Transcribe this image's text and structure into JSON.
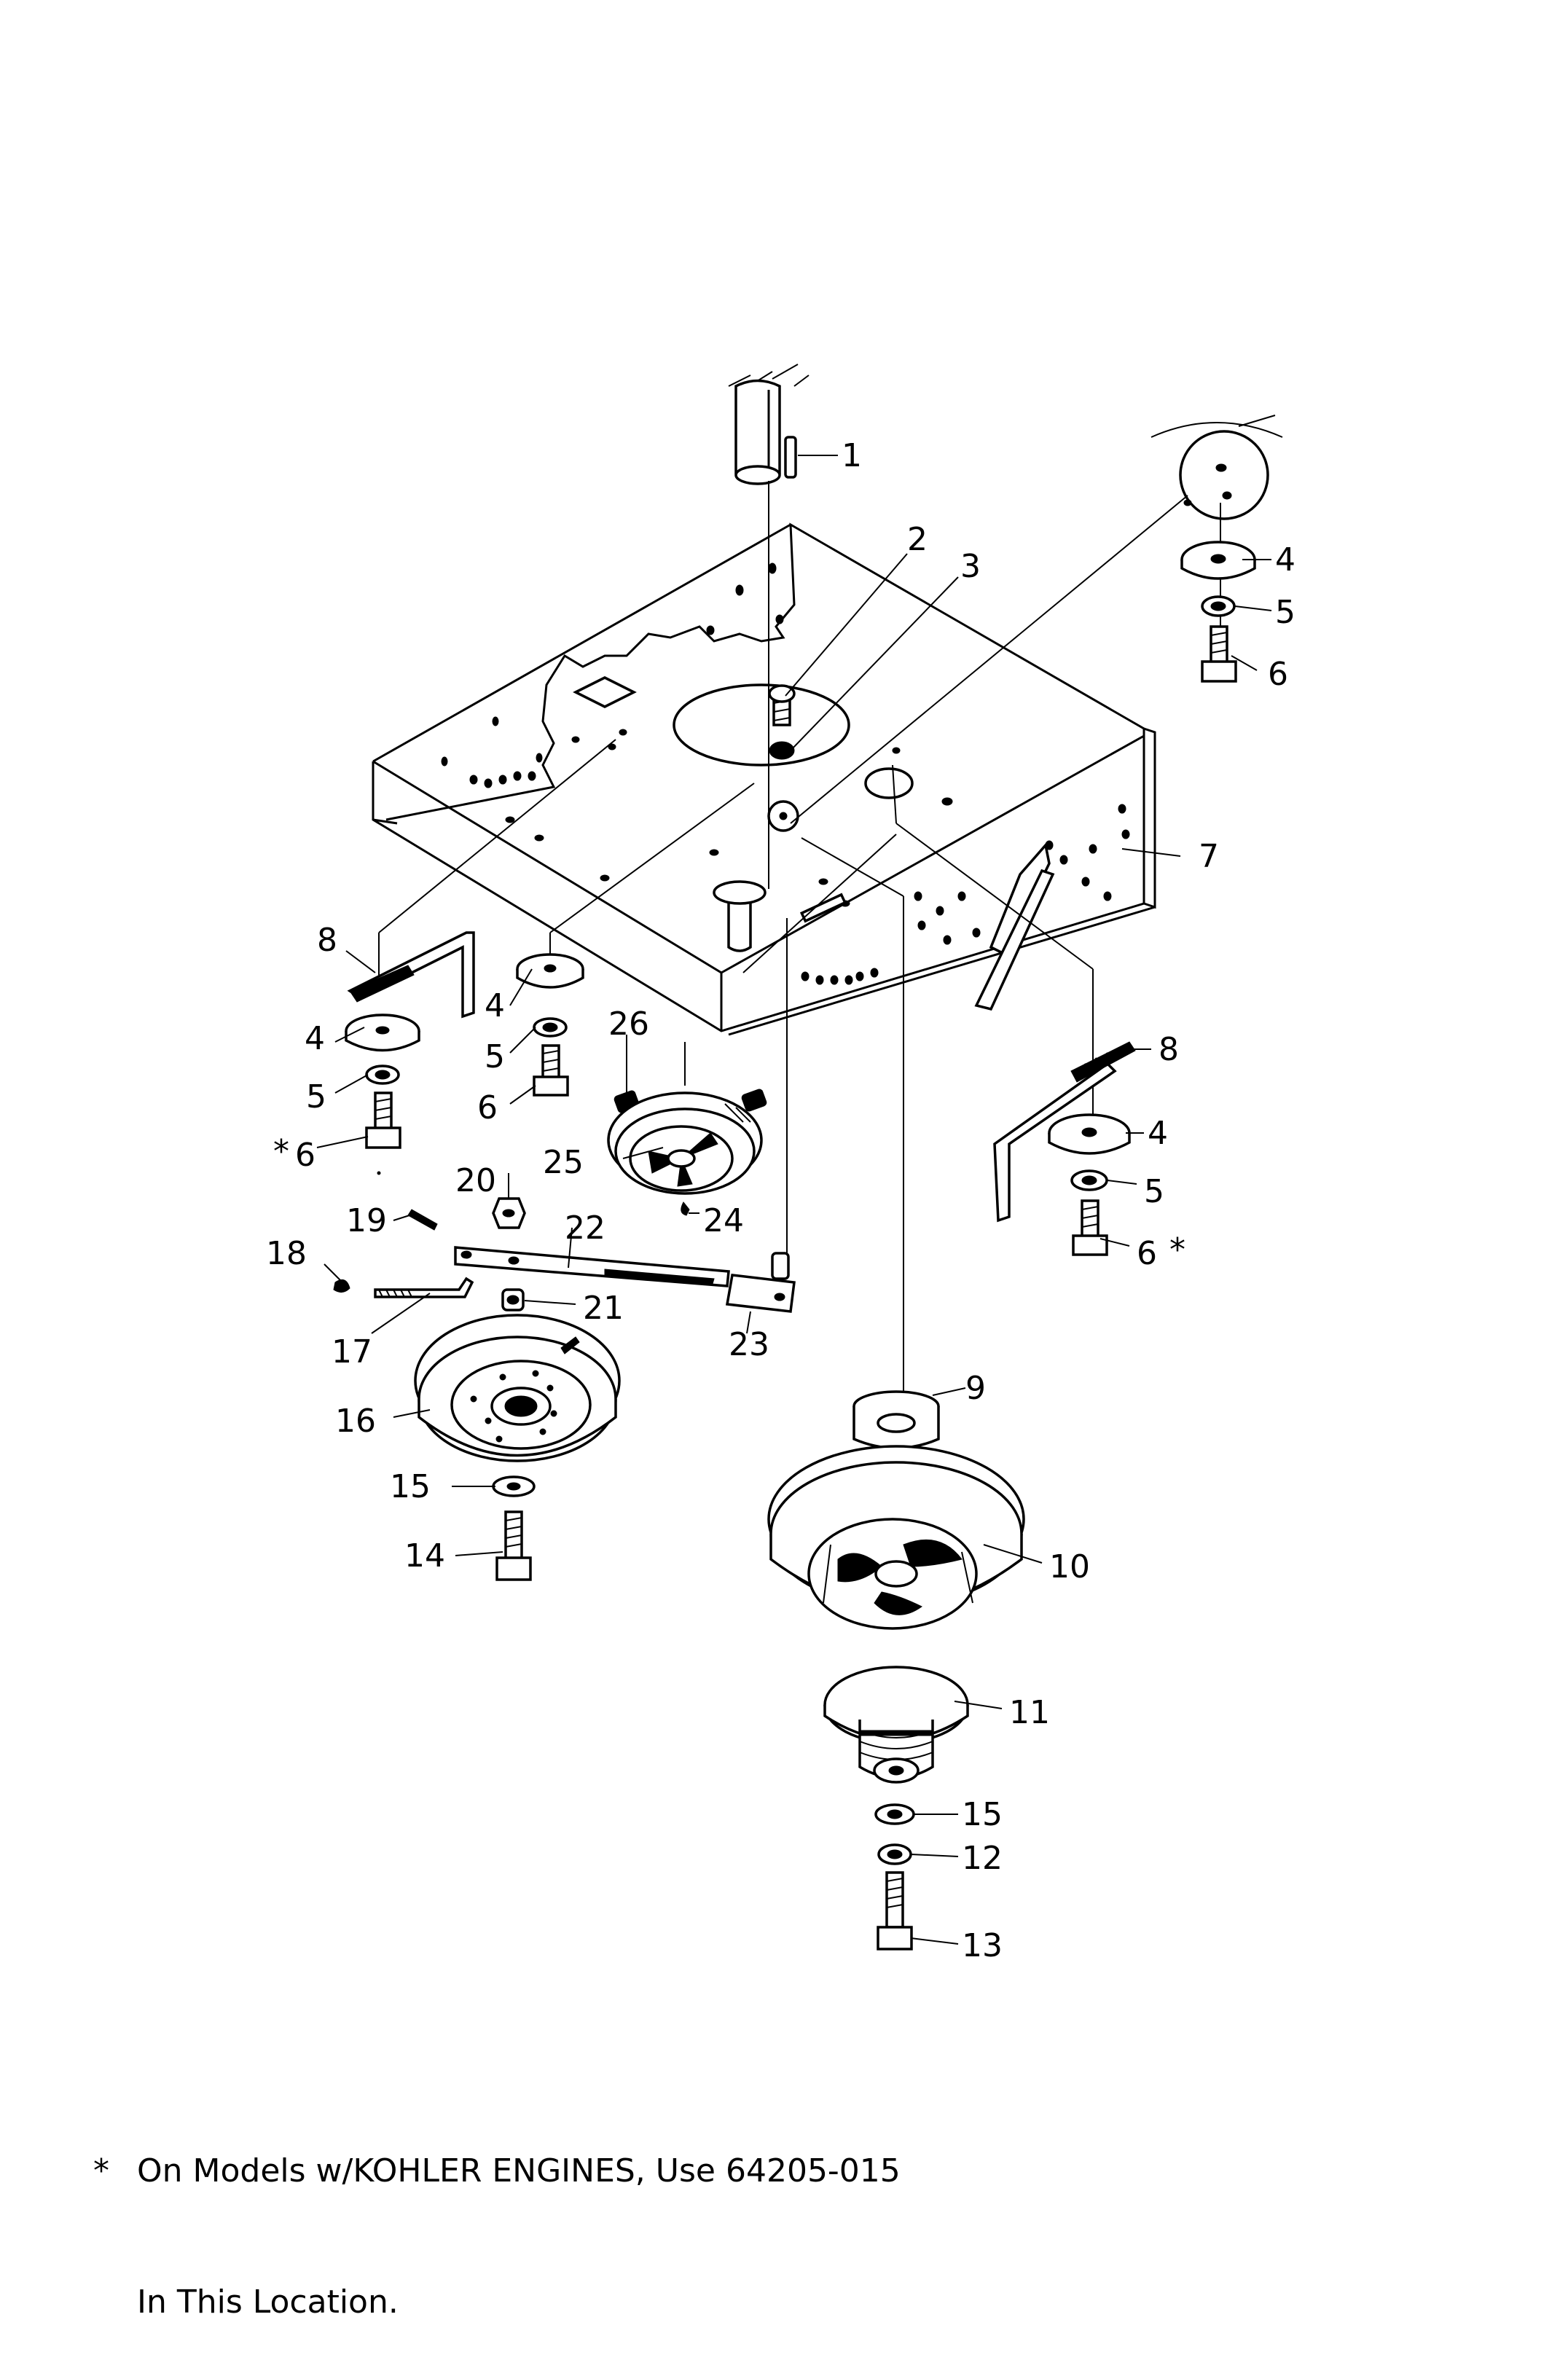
{
  "callouts": {
    "c1": "1",
    "c2": "2",
    "c3": "3",
    "c4a": "4",
    "c5a": "5",
    "c6a": "6",
    "c7": "7",
    "c8a": "8",
    "c4b": "4",
    "c5b": "5",
    "c6b": "6",
    "c4c": "4",
    "c5c": "5",
    "c6c": "6",
    "c26": "26",
    "c25": "25",
    "c24": "24",
    "c8b": "8",
    "c4d": "4",
    "c5d": "5",
    "c6d": "6",
    "c20": "20",
    "c19": "19",
    "c22": "22",
    "c18": "18",
    "c21": "21",
    "c17": "17",
    "c23": "23",
    "c9": "9",
    "c16": "16",
    "c10": "10",
    "c15a": "15",
    "c14": "14",
    "c11": "11",
    "c15b": "15",
    "c12": "12",
    "c13": "13"
  },
  "asterisk": "*",
  "footnote": {
    "line1": "On Models w/KOHLER ENGINES, Use 64205-015",
    "line2": "In This Location."
  }
}
